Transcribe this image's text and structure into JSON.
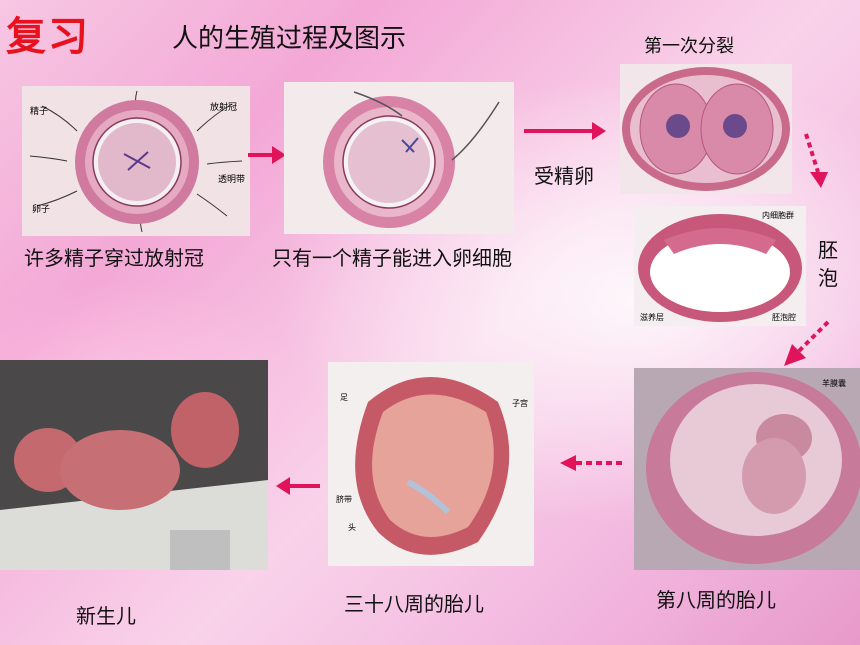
{
  "header": {
    "tag": "复习",
    "title": "人的生殖过程及图示"
  },
  "labels": {
    "sperm_penetrate": "许多精子穿过放射冠",
    "one_sperm": "只有一个精子能进入卵细胞",
    "zygote": "受精卵",
    "first_division": "第一次分裂",
    "blastocyst_1": "胚",
    "blastocyst_2": "泡",
    "week8": "第八周的胎儿",
    "week38": "三十八周的胎儿",
    "newborn": "新生儿"
  },
  "diagram_labels": {
    "egg1": {
      "sperm": "精子",
      "corona": "放射冠",
      "zona": "透明带",
      "nucleus": "卵子"
    },
    "blast": {
      "inner": "内细胞群",
      "troph": "滋养层",
      "cavity": "胚泡腔"
    },
    "fetus38": {
      "foot": "足",
      "uterus": "子宫",
      "cord": "脐带",
      "head": "头"
    },
    "fetus8": {
      "sac": "羊膜囊"
    }
  },
  "colors": {
    "accent": "#e0145a",
    "tag_red": "#e8121e"
  }
}
